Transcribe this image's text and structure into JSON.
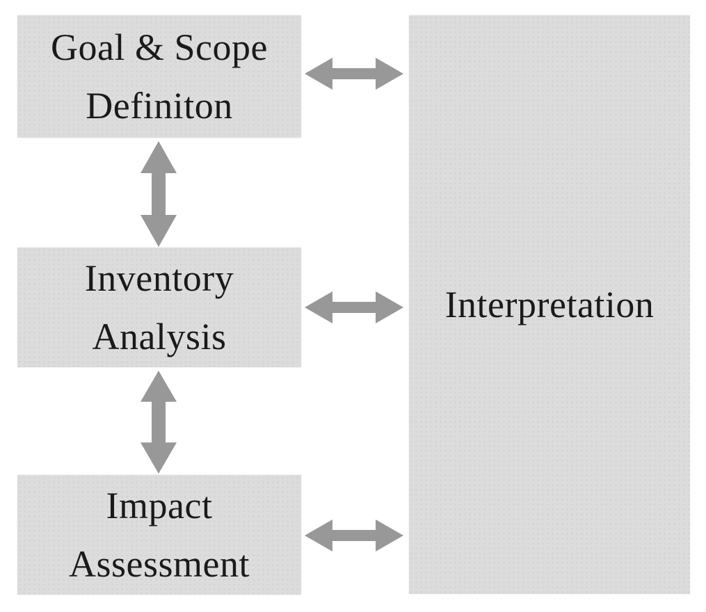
{
  "diagram": {
    "description": "Life Cycle Assessment framework flow diagram",
    "boxes": {
      "goal_scope": {
        "label": "Goal & Scope\nDefiniton"
      },
      "inventory": {
        "label": "Inventory\nAnalysis"
      },
      "impact": {
        "label": "Impact\nAssessment"
      },
      "interpretation": {
        "label": "Interpretation"
      }
    },
    "connections": [
      {
        "from": "goal_scope",
        "to": "inventory",
        "type": "bidirectional-vertical"
      },
      {
        "from": "inventory",
        "to": "impact",
        "type": "bidirectional-vertical"
      },
      {
        "from": "goal_scope",
        "to": "interpretation",
        "type": "bidirectional-horizontal"
      },
      {
        "from": "inventory",
        "to": "interpretation",
        "type": "bidirectional-horizontal"
      },
      {
        "from": "impact",
        "to": "interpretation",
        "type": "bidirectional-horizontal"
      }
    ],
    "colors": {
      "box_fill": "#dcdcdc",
      "box_texture_dot": "#cccccc",
      "arrow": "#989898",
      "text": "#1a1a1a",
      "background": "#ffffff"
    }
  }
}
